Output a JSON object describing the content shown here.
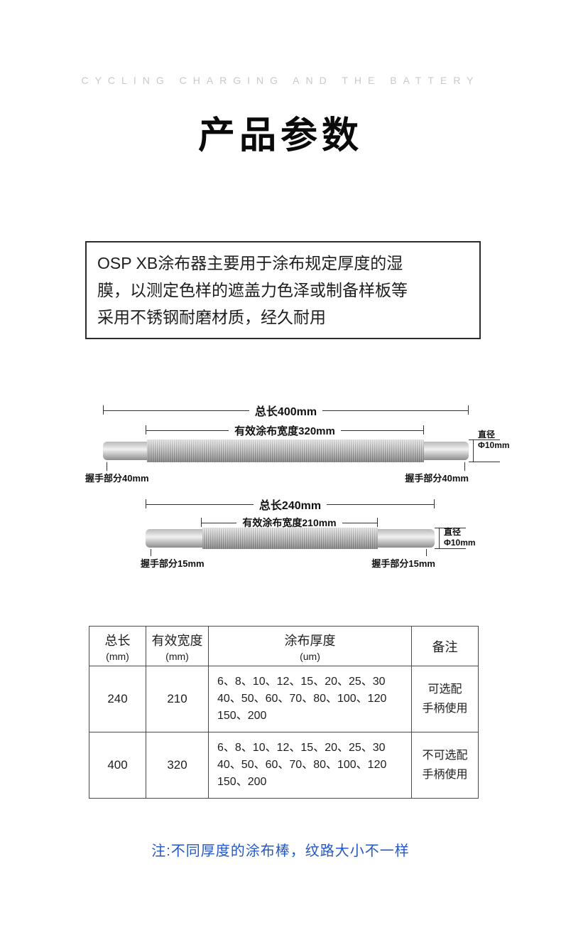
{
  "header": {
    "english_text": "CYCLING CHARGING AND THE BATTERY",
    "title": "产品参数"
  },
  "description": "OSP XB涂布器主要用于涂布规定厚度的湿\n膜，以测定色样的遮盖力色泽或制备样板等\n采用不锈钢耐磨材质，经久耐用",
  "diagram": {
    "rod1": {
      "total_length": "总长400mm",
      "effective_width": "有效涂布宽度320mm",
      "diameter_label": "直径",
      "diameter_value": "Φ10mm",
      "handle_left": "握手部分40mm",
      "handle_right": "握手部分40mm"
    },
    "rod2": {
      "total_length": "总长240mm",
      "effective_width": "有效涂布宽度210mm",
      "diameter_label": "直径",
      "diameter_value": "Φ10mm",
      "handle_left": "握手部分15mm",
      "handle_right": "握手部分15mm"
    }
  },
  "table": {
    "headers": [
      {
        "line1": "总长",
        "line2": "(mm)"
      },
      {
        "line1": "有效宽度",
        "line2": "(mm)"
      },
      {
        "line1": "涂布厚度",
        "line2": "(um)"
      },
      {
        "line1": "备注",
        "line2": ""
      }
    ],
    "rows": [
      {
        "total": "240",
        "width": "210",
        "thickness": "6、8、10、12、15、20、25、30\n40、50、60、70、80、100、120\n150、200",
        "remark": "可选配\n手柄使用"
      },
      {
        "total": "400",
        "width": "320",
        "thickness": "6、8、10、12、15、20、25、30\n40、50、60、70、80、100、120\n150、200",
        "remark": "不可选配\n手柄使用"
      }
    ]
  },
  "note": "注:不同厚度的涂布棒，纹路大小不一样",
  "colors": {
    "note_blue": "#2457c5",
    "border_dark": "#4a4a4a",
    "header_gray": "#c9c9c9"
  }
}
